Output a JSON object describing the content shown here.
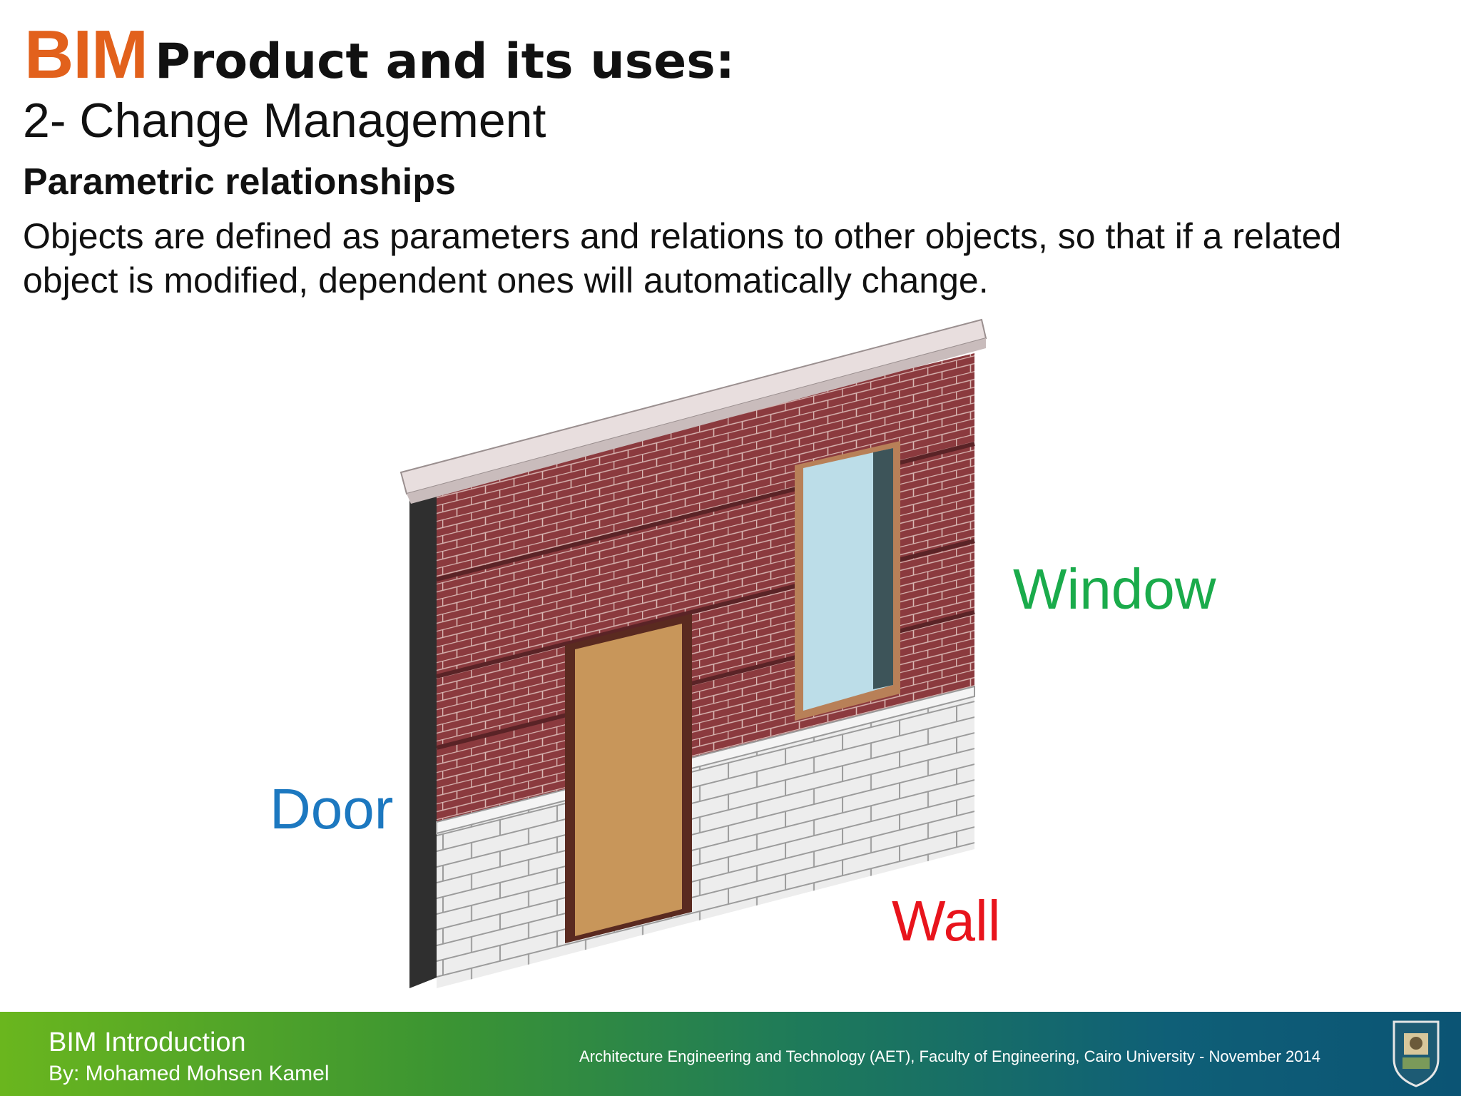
{
  "title": {
    "accent_word": "BIM",
    "rest": "Product and its uses:"
  },
  "subtitle": "2- Change Management",
  "section_heading": "Parametric relationships",
  "body_text": "Objects are defined as parameters and relations to other objects, so that if a related object is modified, dependent ones will automatically change.",
  "figure": {
    "labels": {
      "window": "Window",
      "door": "Door",
      "wall": "Wall"
    },
    "label_colors": {
      "window": "#1aab4b",
      "door": "#1c78c0",
      "wall": "#e8141c"
    }
  },
  "footer": {
    "title": "BIM Introduction",
    "author": "By: Mohamed Mohsen Kamel",
    "affiliation": "Architecture Engineering and Technology (AET), Faculty of Engineering, Cairo University - November 2014"
  },
  "colors": {
    "accent": "#e2611c",
    "brick": "#8b3a3e",
    "door": "#c8965a",
    "glass": "#bcdde8"
  }
}
